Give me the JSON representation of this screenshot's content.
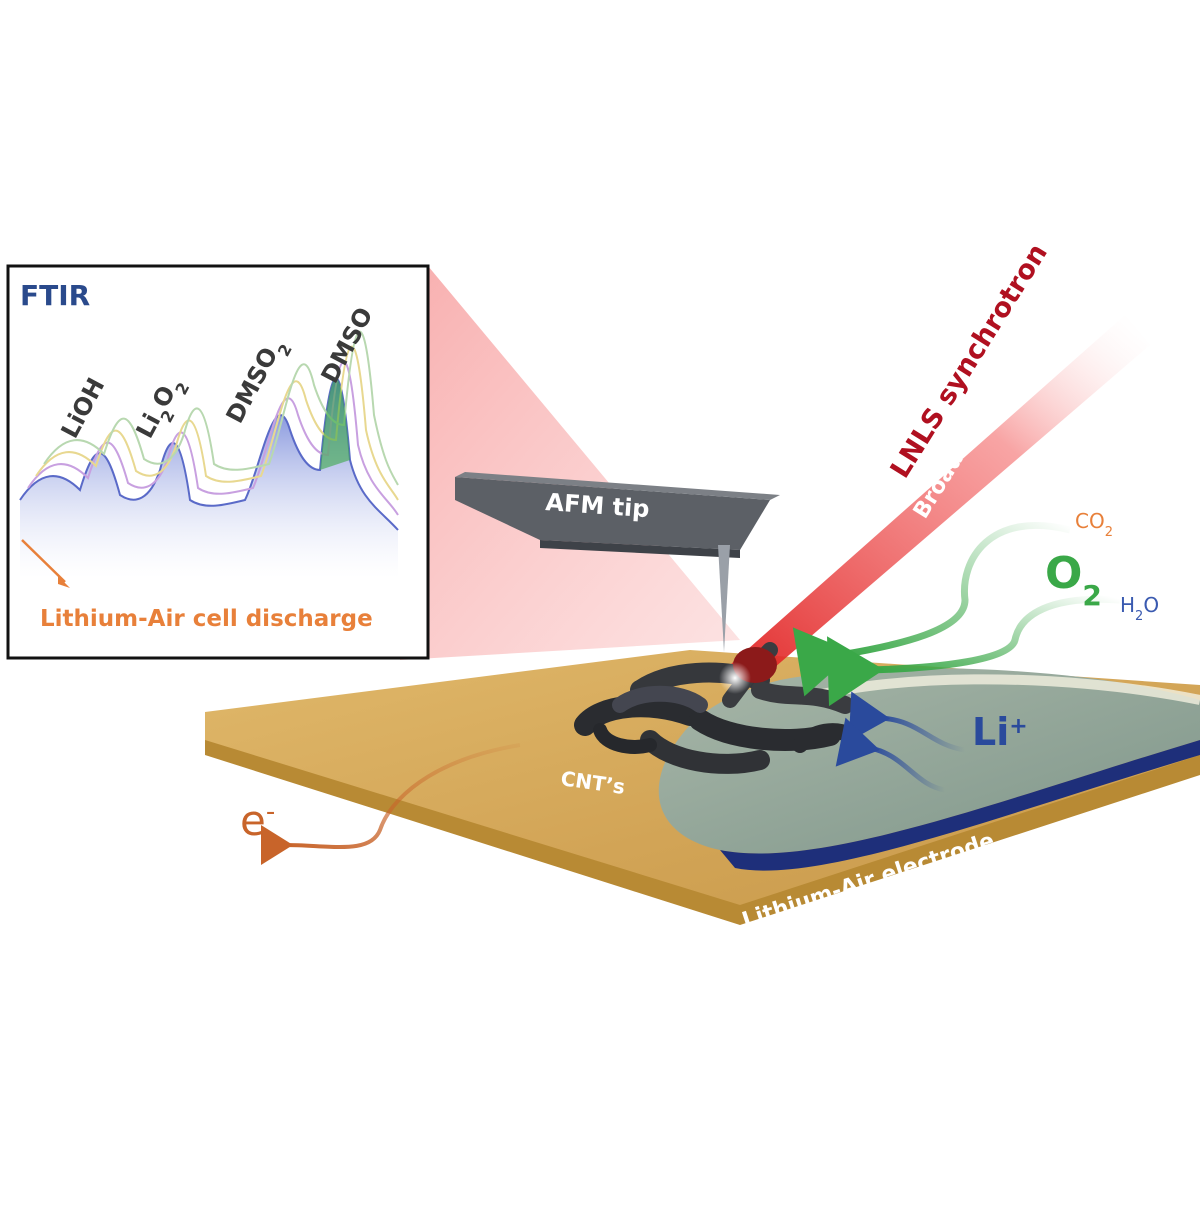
{
  "inset": {
    "title": "FTIR",
    "peaks": {
      "lioh": "LiOH",
      "li2o2_base": "Li",
      "li2o2_sub1": "2",
      "li2o2_mid": "O",
      "li2o2_sub2": "2",
      "dmso2_base": "DMSO",
      "dmso2_sub": "2",
      "dmso": "DMSO"
    },
    "discharge_label": "Lithium-Air cell discharge"
  },
  "labels": {
    "afm_tip": "AFM tip",
    "synchrotron": "LNLS synchrotron",
    "broadband": "Broadband IR",
    "co2_base": "CO",
    "co2_sub": "2",
    "o2_base": "O",
    "o2_sub": "2",
    "h2o_h": "H",
    "h2o_sub": "2",
    "h2o_o": "O",
    "li_base": "Li",
    "li_sup": "+",
    "cnt": "CNT’s",
    "electron_base": "e",
    "electron_sup": "-",
    "electrode": "Lithium-Air electrode"
  },
  "colors": {
    "ftir_title": "#2a4a8c",
    "discharge": "#e8803a",
    "synchrotron": "#b01020",
    "broadband": "#ffffff",
    "o2": "#3aa848",
    "co2": "#e8803a",
    "h2o": "#3a5ab0",
    "li": "#2a4a9c",
    "electron": "#c8642a",
    "electrode_top": "#d4a85a",
    "electrode_side": "#b88830",
    "electrolyte": "#8a9e92"
  }
}
